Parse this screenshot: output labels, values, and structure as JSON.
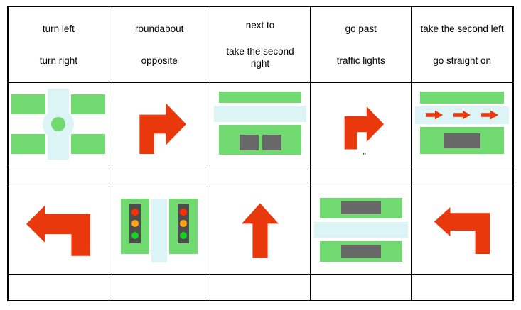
{
  "header": {
    "columns": [
      {
        "line1": "turn left",
        "line2": "turn right"
      },
      {
        "line1": "roundabout",
        "line2": "opposite"
      },
      {
        "line1": "next to",
        "line2": "take the second right"
      },
      {
        "line1": "go past",
        "line2": "traffic lights"
      },
      {
        "line1": "take the second left",
        "line2": "go straight on"
      }
    ]
  },
  "pictures": {
    "row1": [
      {
        "icon": "roundabout-diagram"
      },
      {
        "icon": "turn-right-arrow"
      },
      {
        "icon": "buildings-next-to"
      },
      {
        "icon": "turn-right-arrow",
        "caption": "\""
      },
      {
        "icon": "go-past-road"
      }
    ],
    "row2": [
      {
        "icon": "turn-left-arrow"
      },
      {
        "icon": "traffic-lights"
      },
      {
        "icon": "straight-ahead-arrow"
      },
      {
        "icon": "buildings-opposite"
      },
      {
        "icon": "turn-left-arrow-thin"
      }
    ]
  },
  "colors": {
    "green": "#70d970",
    "road": "#dcf4f6",
    "arrow_red": "#e9380c",
    "building_gray": "#686868",
    "signal_red": "#ff2f00",
    "signal_amber": "#ffa214",
    "signal_green": "#17d321",
    "border": "#000000"
  }
}
